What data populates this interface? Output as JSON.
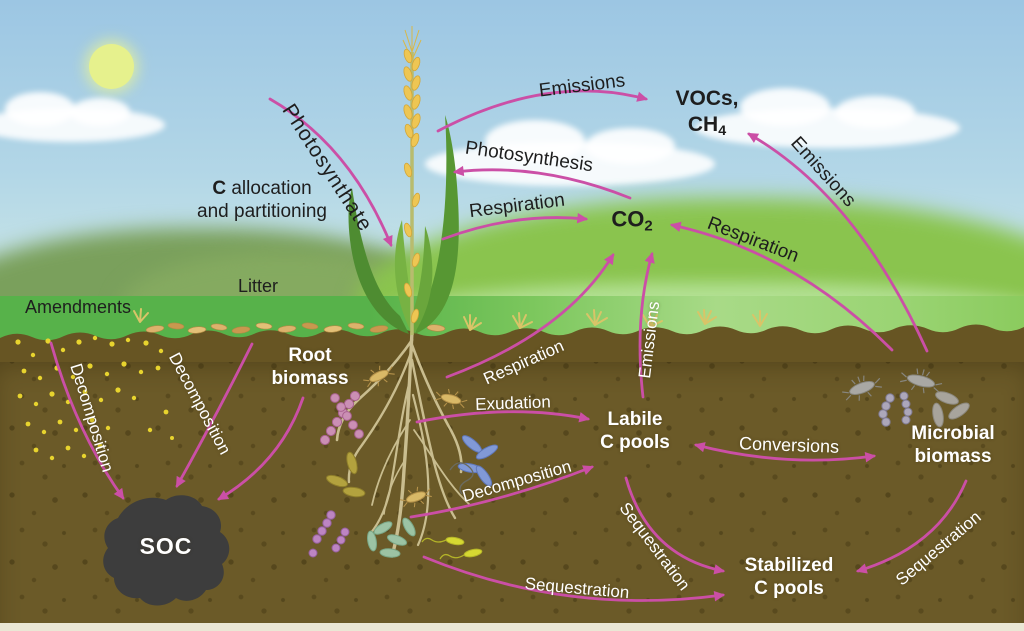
{
  "figure": {
    "description": "Soil and plant carbon cycle diagram"
  },
  "colors": {
    "arrow": "#cb4fa6",
    "label_dark": "#1e1e1e",
    "label_light": "#ffffff",
    "sky_top": "#9cc6e3",
    "sky_horizon": "#dcefe3",
    "sun": "#e6f18d",
    "hill_muted": "#7aa05c",
    "hill_bright": "#8ac44e",
    "hill_pale": "#b2e092",
    "soil": "#6b5a28",
    "soil_edge": "#675523",
    "soc_blob": "#3d3d3d",
    "root": "#c9bd8f",
    "amendment_dot": "#e8d42e"
  },
  "labels": {
    "photosynthate": "Photosynthate",
    "c_allocation_bold": "C",
    "c_allocation_rest": " allocation",
    "c_allocation_line2": "and partitioning",
    "emissions_plant": "Emissions",
    "vocs_line1": "VOCs,",
    "ch4_base": "CH",
    "ch4_sub": "4",
    "emissions_microbial": "Emissions",
    "photosynthesis": "Photosynthesis",
    "respiration_plant": "Respiration",
    "co2_base": "CO",
    "co2_sub": "2",
    "respiration_microbial": "Respiration",
    "amendments": "Amendments",
    "litter": "Litter",
    "root_biomass_line1": "Root",
    "root_biomass_line2": "biomass",
    "decomposition_amendments": "Decomposition",
    "decomposition_litter": "Decomposition",
    "soc": "SOC",
    "respiration_soil": "Respiration",
    "exudation": "Exudation",
    "labile_line1": "Labile",
    "labile_line2": "C pools",
    "emissions_soil": "Emissions",
    "decomposition_soil": "Decomposition",
    "conversions": "Conversions",
    "microbial_line1": "Microbial",
    "microbial_line2": "biomass",
    "sequestration_labile": "Sequestration",
    "stabilized_line1": "Stabilized",
    "stabilized_line2": "C pools",
    "sequestration_microbial": "Sequestration",
    "sequestration_soil": "Sequestration"
  }
}
